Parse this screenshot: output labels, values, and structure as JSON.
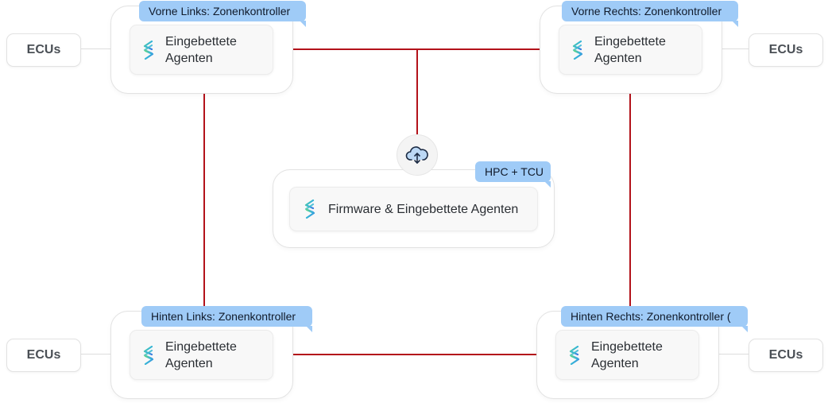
{
  "colors": {
    "connector": "#b3121a",
    "tag_background": "#9fcbf7",
    "ecu_connector": "#dedede"
  },
  "icons": {
    "agent_logo": "layered-s-logo-icon",
    "cloud": "cloud-upload-download-icon"
  },
  "zones": {
    "front_left": {
      "tag": "Vorne Links: Zonenkontroller",
      "agent_line1": "Eingebettete",
      "agent_line2": "Agenten"
    },
    "front_right": {
      "tag": "Vorne Rechts: Zonenkontroller",
      "agent_line1": "Eingebettete",
      "agent_line2": "Agenten"
    },
    "rear_left": {
      "tag": "Hinten Links: Zonenkontroller",
      "agent_line1": "Eingebettete",
      "agent_line2": "Agenten"
    },
    "rear_right": {
      "tag": "Hinten Rechts: Zonenkontroller (",
      "agent_line1": "Eingebettete",
      "agent_line2": "Agenten"
    }
  },
  "center": {
    "tag": "HPC + TCU",
    "agent_label": "Firmware & Eingebettete Agenten"
  },
  "ecus": {
    "front_left": "ECUs",
    "front_right": "ECUs",
    "rear_left": "ECUs",
    "rear_right": "ECUs"
  }
}
